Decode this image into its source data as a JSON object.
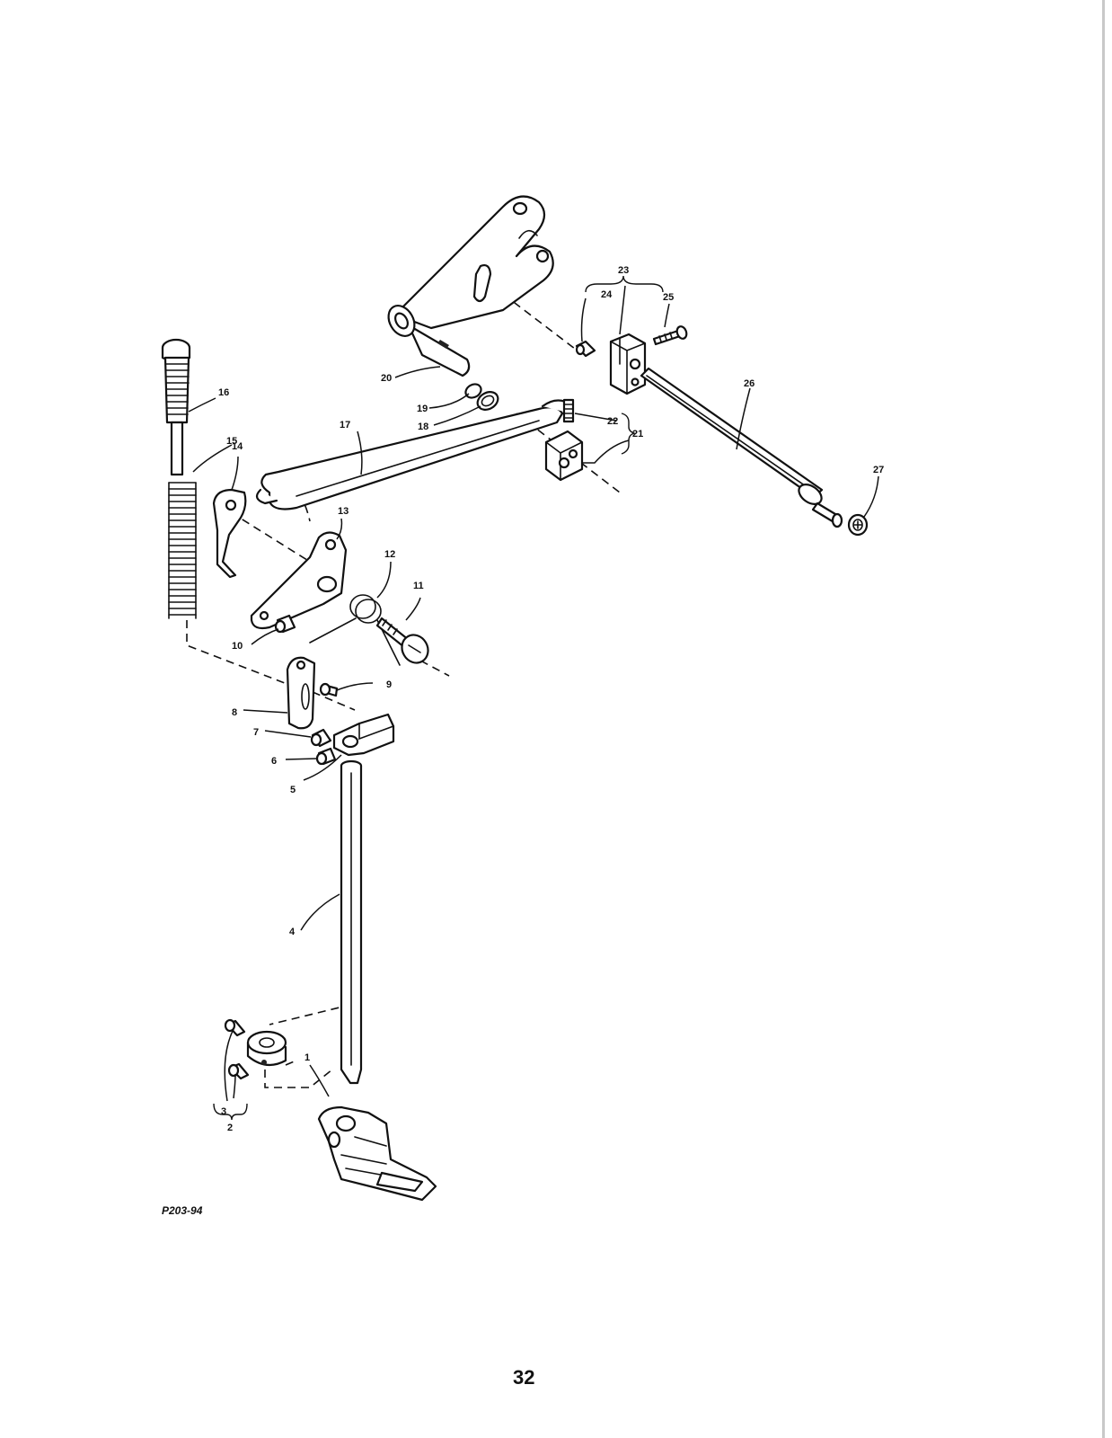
{
  "diagram": {
    "figure_id": "P203-94",
    "page_number": "32",
    "callouts": [
      "1",
      "2",
      "3",
      "4",
      "5",
      "6",
      "7",
      "8",
      "9",
      "10",
      "11",
      "12",
      "13",
      "14",
      "15",
      "16",
      "17",
      "18",
      "19",
      "20",
      "21",
      "22",
      "23",
      "24",
      "25",
      "26",
      "27"
    ]
  }
}
